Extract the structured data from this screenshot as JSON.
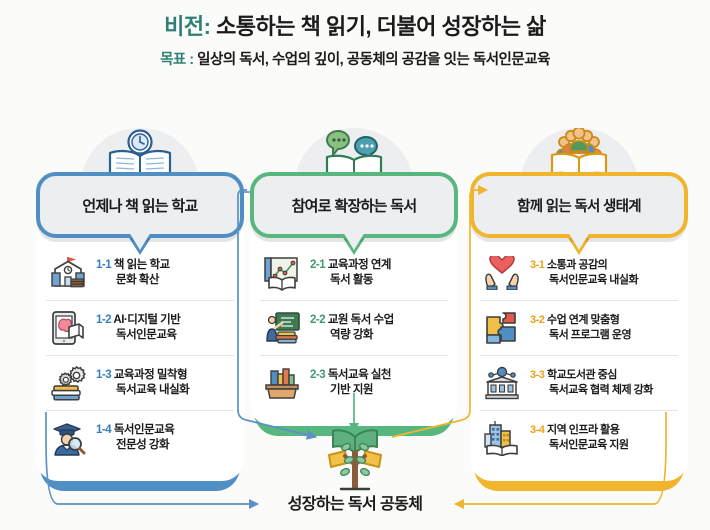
{
  "header": {
    "vision_key": "비전:",
    "vision_text": " 소통하는 책 읽기, 더불어 성장하는 삶",
    "goal_key": "목표 :",
    "goal_text": " 일상의 독서, 수업의 깊이, 공동체의 공감을 잇는 독서인문교육"
  },
  "columns": [
    {
      "id": "col1",
      "accent": "#4f8fc4",
      "num_color": "#3a7fbd",
      "header_label": "언제나 책 읽는 학교",
      "header_icon": "book-with-clock-icon",
      "items": [
        {
          "num": "1-1",
          "line1": "책 읽는 학교",
          "line2": "문화 확산",
          "icon": "school-building-icon"
        },
        {
          "num": "1-2",
          "line1": "AI·디지털 기반",
          "line2": "독서인문교육",
          "icon": "tablet-brain-book-icon"
        },
        {
          "num": "1-3",
          "line1": "교육과정 밀착형",
          "line2": "독서교육 내실화",
          "icon": "gears-books-icon"
        },
        {
          "num": "1-4",
          "line1": "독서인문교육",
          "line2": "전문성 강화",
          "icon": "graduate-magnifier-icon"
        }
      ]
    },
    {
      "id": "col2",
      "accent": "#57b77f",
      "num_color": "#3f9b6b",
      "header_label": "참여로 확장하는 독서",
      "header_icon": "speech-bubbles-book-icon",
      "items": [
        {
          "num": "2-1",
          "line1": "교육과정 연계",
          "line2": "독서 활동",
          "icon": "chart-board-book-icon"
        },
        {
          "num": "2-2",
          "line1": "교원 독서 수업",
          "line2": "역량 강화",
          "icon": "teacher-chalkboard-icon"
        },
        {
          "num": "2-3",
          "line1": "독서교육 실천",
          "line2": "기반 지원",
          "icon": "book-toolbox-icon"
        }
      ]
    },
    {
      "id": "col3",
      "accent": "#f0b52c",
      "num_color": "#e8a318",
      "header_label": "함께 읽는 독서 생태계",
      "header_icon": "people-group-book-icon",
      "items": [
        {
          "num": "3-1",
          "line1": "소통과 공감의",
          "line2": "독서인문교육 내실화",
          "icon": "heart-in-hands-icon"
        },
        {
          "num": "3-2",
          "line1": "수업 연계 맞춤형",
          "line2": "독서 프로그램 운영",
          "icon": "puzzle-pieces-icon"
        },
        {
          "num": "3-3",
          "line1": "학교도서관 중심",
          "line2": "독서교육 협력 체제 강화",
          "icon": "library-building-icon"
        },
        {
          "num": "3-4",
          "line1": "지역 인프라 활용",
          "line2": "독서인문교육 지원",
          "icon": "city-buildings-book-icon"
        }
      ]
    }
  ],
  "footer": {
    "label": "성장하는 독서 공동체",
    "icon": "growing-book-tree-icon"
  },
  "colors": {
    "background": "#fbfbf9",
    "blue": "#4f8fc4",
    "green": "#57b77f",
    "orange": "#f0b52c",
    "teal_accent": "#2f7f75",
    "text": "#1b1b1b",
    "bubble_fill": "#eceef0"
  }
}
